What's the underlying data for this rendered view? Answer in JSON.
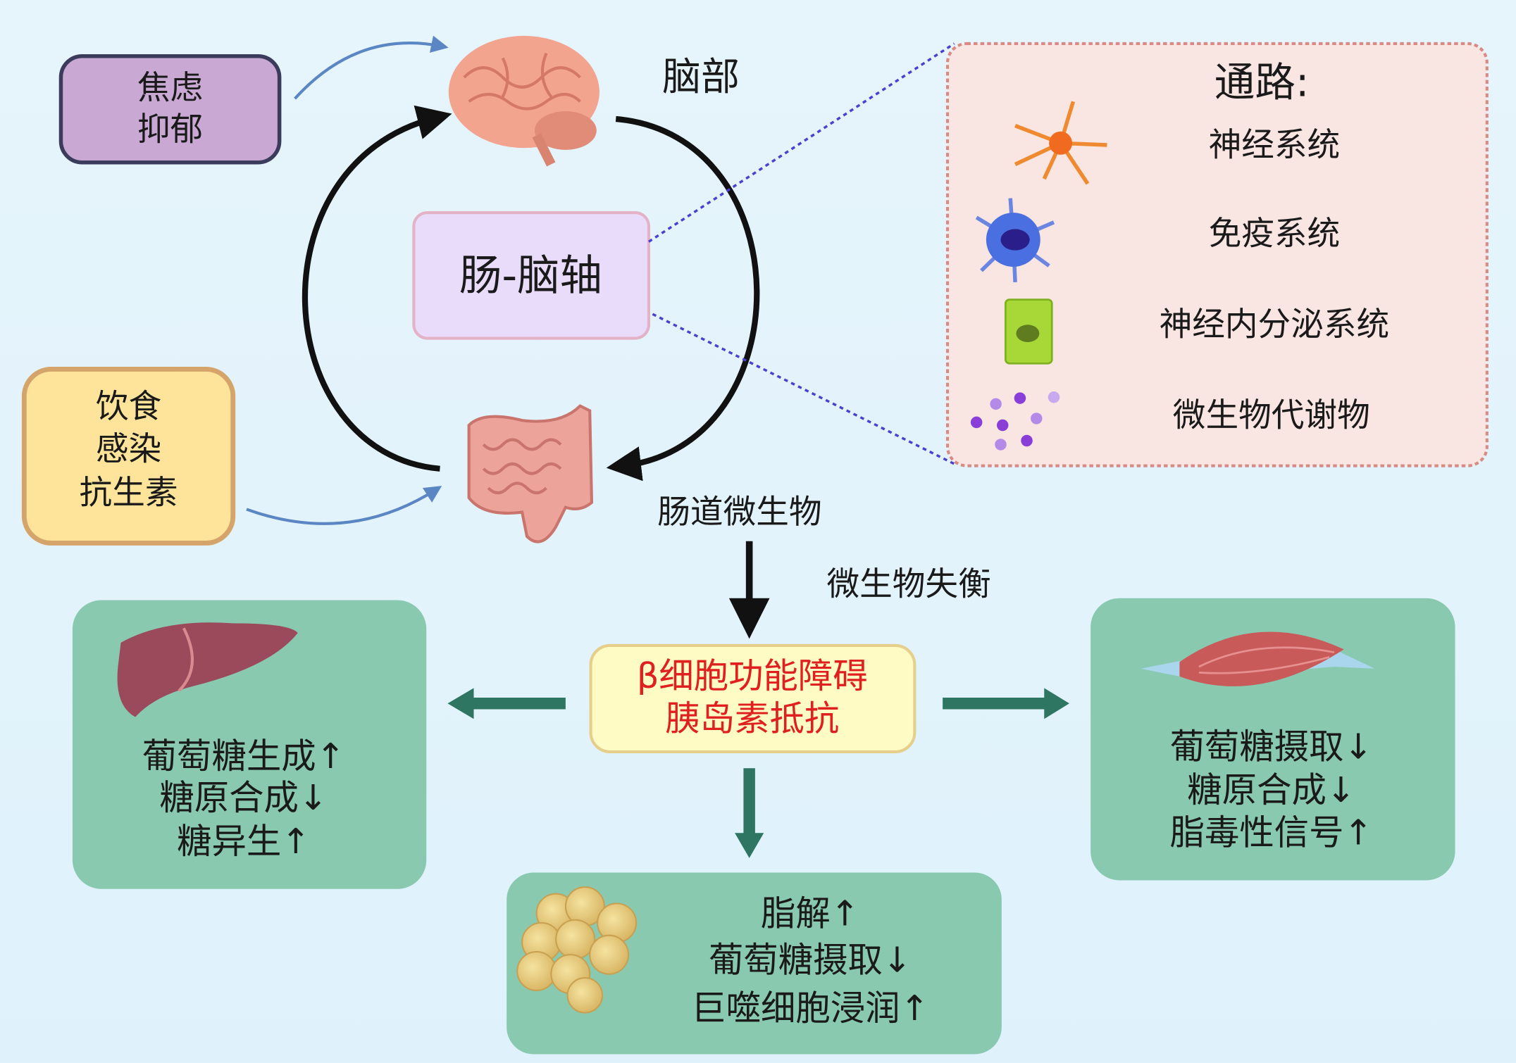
{
  "colors": {
    "background": "#e3f3fb",
    "mood_box": "#c9a9d3",
    "factor_box": "#fde49a",
    "axis_box": "#e9dcfb",
    "pathway_panel": "#f9e5e1",
    "center_box": "#fefbc5",
    "center_text": "#e0201e",
    "organ_box": "#89c9b0",
    "green_arrow": "#2e7562",
    "blue_arrow": "#5b86c4",
    "dotted_line": "#4a3fd0"
  },
  "mood": {
    "lines": [
      "焦虑",
      "抑郁"
    ]
  },
  "factors": {
    "lines": [
      "饮食",
      "感染",
      "抗生素"
    ]
  },
  "brain": {
    "label": "脑部",
    "icon": "brain-icon"
  },
  "gut": {
    "label": "肠道微生物",
    "icon": "intestine-icon"
  },
  "axis": {
    "label": "肠-脑轴"
  },
  "pathways": {
    "title": "通路:",
    "items": [
      {
        "label": "神经系统",
        "icon": "neuron-icon"
      },
      {
        "label": "免疫系统",
        "icon": "immune-cell-icon"
      },
      {
        "label": "神经内分泌系统",
        "icon": "enteroendocrine-cell-icon"
      },
      {
        "label": "微生物代谢物",
        "icon": "metabolite-dots-icon"
      }
    ]
  },
  "dysbiosis": {
    "label": "微生物失衡"
  },
  "center": {
    "lines": [
      "β细胞功能障碍",
      "胰岛素抵抗"
    ]
  },
  "liver": {
    "icon": "liver-icon",
    "lines": [
      "葡萄糖生成↑",
      "糖原合成↓",
      "糖异生↑"
    ]
  },
  "muscle": {
    "icon": "muscle-icon",
    "lines": [
      "葡萄糖摄取↓",
      "糖原合成↓",
      "脂毒性信号↑"
    ]
  },
  "adipose": {
    "icon": "fat-cells-icon",
    "lines": [
      "脂解↑",
      "葡萄糖摄取↓",
      "巨噬细胞浸润↑"
    ]
  }
}
